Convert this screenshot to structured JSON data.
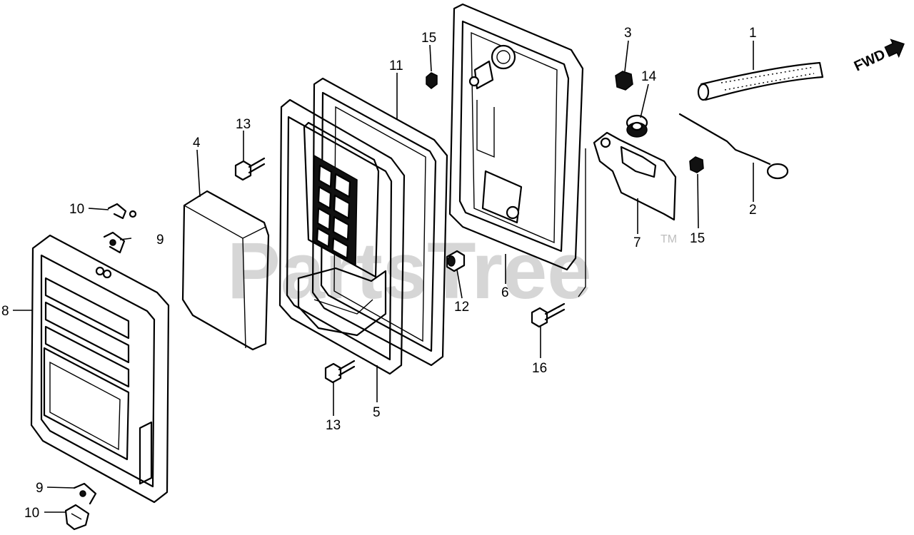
{
  "watermark": {
    "text": "PartsTree",
    "trademark": "TM"
  },
  "orientation_mark": "FWD",
  "callouts": [
    "1",
    "2",
    "3",
    "4",
    "5",
    "6",
    "7",
    "8",
    "9",
    "9",
    "10",
    "10",
    "11",
    "12",
    "13",
    "13",
    "14",
    "15",
    "15",
    "16"
  ]
}
